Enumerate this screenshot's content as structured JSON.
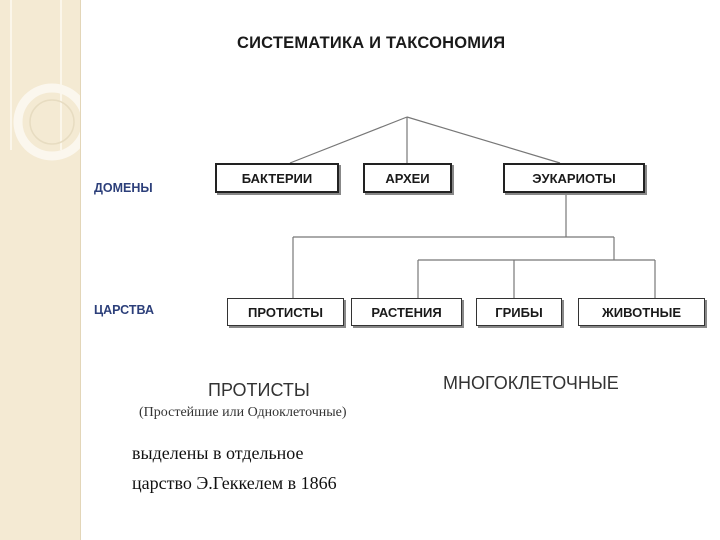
{
  "title": "СИСТЕМАТИКА И ТАКСОНОМИЯ",
  "row_labels": {
    "domains": "ДОМЕНЫ",
    "kingdoms": "ЦАРСТВА"
  },
  "domains": [
    "БАКТЕРИИ",
    "АРХЕИ",
    "ЭУКАРИОТЫ"
  ],
  "kingdoms": [
    "ПРОТИСТЫ",
    "РАСТЕНИЯ",
    "ГРИБЫ",
    "ЖИВОТНЫЕ"
  ],
  "notes": {
    "protists_heading": "ПРОТИСТЫ",
    "protists_subtitle": "(Простейшие или Одноклеточные)",
    "multicellular_heading": "МНОГОКЛЕТОЧНЫЕ",
    "description_line1": "выделены в отдельное",
    "description_line2": "царство Э.Геккелем  в 1866"
  },
  "colors": {
    "sidebar": "#f4ead3",
    "row_label": "#2c3f7a"
  }
}
